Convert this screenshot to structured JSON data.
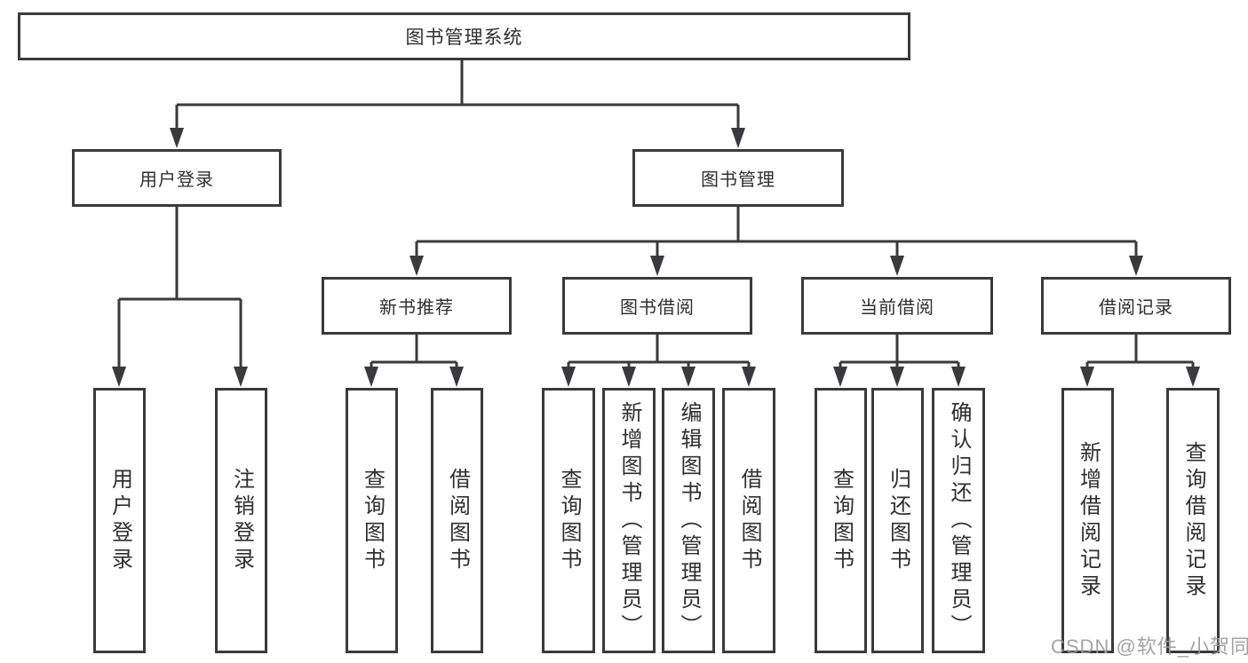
{
  "tree": {
    "label": "图书管理系统",
    "children": [
      {
        "label": "用户登录",
        "children": [
          {
            "label": "用户登录"
          },
          {
            "label": "注销登录"
          }
        ]
      },
      {
        "label": "图书管理",
        "children": [
          {
            "label": "新书推荐",
            "children": [
              {
                "label": "查询图书"
              },
              {
                "label": "借阅图书"
              }
            ]
          },
          {
            "label": "图书借阅",
            "children": [
              {
                "label": "查询图书"
              },
              {
                "label": "新增图书（管理员）"
              },
              {
                "label": "编辑图书（管理员）"
              },
              {
                "label": "借阅图书"
              }
            ]
          },
          {
            "label": "当前借阅",
            "children": [
              {
                "label": "查询图书"
              },
              {
                "label": "归还图书"
              },
              {
                "label": "确认归还（管理员）"
              }
            ]
          },
          {
            "label": "借阅记录",
            "children": [
              {
                "label": "新增借阅记录"
              },
              {
                "label": "查询借阅记录"
              }
            ]
          }
        ]
      }
    ]
  },
  "watermark": {
    "text": "CSDN @软件_小贺同学"
  },
  "colors": {
    "line": "#3a3a3c",
    "text": "#2f2f2f",
    "watermark": "#9a9a9a",
    "background": "#ffffff"
  }
}
